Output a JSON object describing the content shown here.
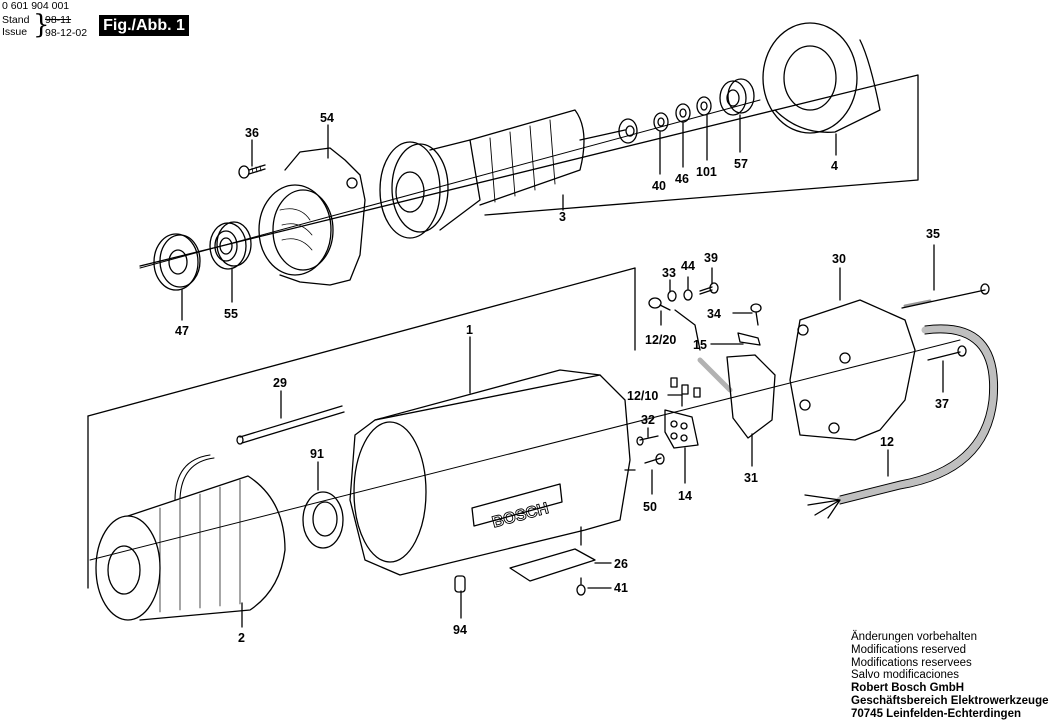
{
  "header": {
    "document_number": "0 601 904 001",
    "stand_label": "Stand",
    "issue_label": "Issue",
    "stand_value_struck": "98-11",
    "issue_value": "98-12-02",
    "figure_label": "Fig./Abb. 1"
  },
  "brand_plate_text": "BOSCH",
  "parts": [
    {
      "id": "p36",
      "label": "36"
    },
    {
      "id": "p54",
      "label": "54"
    },
    {
      "id": "p47",
      "label": "47"
    },
    {
      "id": "p55",
      "label": "55"
    },
    {
      "id": "p3",
      "label": "3"
    },
    {
      "id": "p40",
      "label": "40"
    },
    {
      "id": "p46",
      "label": "46"
    },
    {
      "id": "p101",
      "label": "101"
    },
    {
      "id": "p57",
      "label": "57"
    },
    {
      "id": "p4",
      "label": "4"
    },
    {
      "id": "p1",
      "label": "1"
    },
    {
      "id": "p29",
      "label": "29"
    },
    {
      "id": "p91",
      "label": "91"
    },
    {
      "id": "p2",
      "label": "2"
    },
    {
      "id": "p94",
      "label": "94"
    },
    {
      "id": "p26",
      "label": "26"
    },
    {
      "id": "p41",
      "label": "41"
    },
    {
      "id": "p33",
      "label": "33"
    },
    {
      "id": "p44",
      "label": "44"
    },
    {
      "id": "p39",
      "label": "39"
    },
    {
      "id": "p34",
      "label": "34"
    },
    {
      "id": "p12_20",
      "label": "12/20"
    },
    {
      "id": "p15",
      "label": "15"
    },
    {
      "id": "p12_10",
      "label": "12/10"
    },
    {
      "id": "p32",
      "label": "32"
    },
    {
      "id": "p50",
      "label": "50"
    },
    {
      "id": "p14",
      "label": "14"
    },
    {
      "id": "p31",
      "label": "31"
    },
    {
      "id": "p30",
      "label": "30"
    },
    {
      "id": "p35",
      "label": "35"
    },
    {
      "id": "p37",
      "label": "37"
    },
    {
      "id": "p12",
      "label": "12"
    }
  ],
  "footer": {
    "notice_de": "Änderungen vorbehalten",
    "notice_en": "Modifications reserved",
    "notice_fr": "Modifications reservees",
    "notice_es": "Salvo modificaciones",
    "company": "Robert Bosch GmbH",
    "division": "Geschäftsbereich Elektrowerkzeuge",
    "address": "70745 Leinfelden-Echterdingen"
  }
}
